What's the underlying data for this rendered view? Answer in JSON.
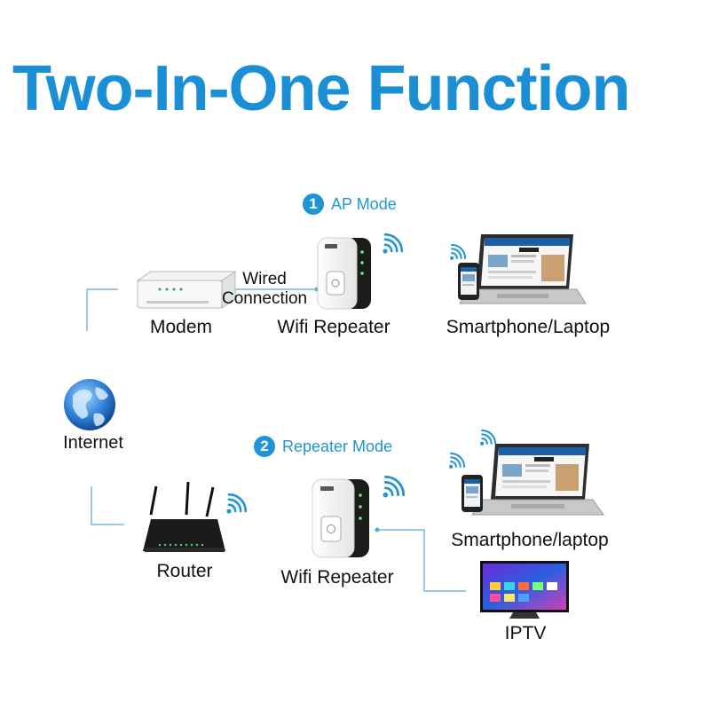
{
  "title": "Two-In-One Function",
  "colors": {
    "title": "#1a8fd6",
    "accent": "#1f95d6",
    "connector": "#5aa7d6"
  },
  "ap_mode": {
    "number": "1",
    "label": "AP Mode",
    "modem": "Modem",
    "wired_line1": "Wired",
    "wired_line2": "Connection",
    "repeater": "Wifi Repeater",
    "device": "Smartphone/Laptop"
  },
  "internet": "Internet",
  "repeater_mode": {
    "number": "2",
    "label": "Repeater Mode",
    "router": "Router",
    "repeater": "Wifi Repeater",
    "device": "Smartphone/laptop",
    "iptv": "IPTV"
  },
  "icons": {
    "globe": "globe-icon",
    "modem": "modem-icon",
    "router": "router-icon",
    "repeater": "wifi-repeater-icon",
    "laptop": "laptop-icon",
    "smartphone": "smartphone-icon",
    "tv": "tv-icon",
    "wifi": "wifi-signal-icon"
  }
}
